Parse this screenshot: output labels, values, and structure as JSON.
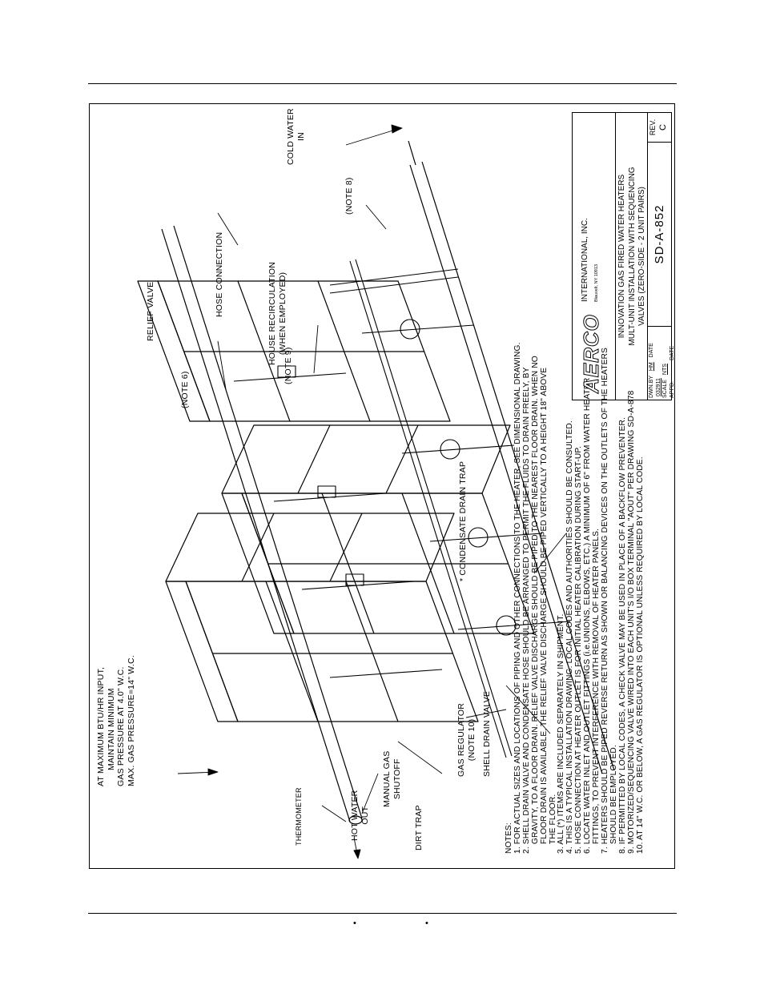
{
  "page_marks": {
    "bullet_1": "•",
    "bullet_2": "•"
  },
  "callouts": {
    "gas_pressure": [
      "AT MAXIMUM BTU/HR INPUT,",
      "MAINTAIN MINIMUM",
      "GAS PRESSURE AT 4.0\" W.C.",
      "MAX. GAS PRESSURE=14\" W.C."
    ],
    "thermometer": "THERMOMETER",
    "hot_water_out": [
      "HOT WATER",
      "OUT"
    ],
    "manual_gas_shutoff": [
      "MANUAL GAS",
      "SHUTOFF"
    ],
    "dirt_trap": "DIRT TRAP",
    "gas_regulator": [
      "GAS REGULATOR",
      "(NOTE 10)"
    ],
    "shell_drain_valve": "SHELL DRAIN VALVE",
    "condensate_drain_trap": "* CONDENSATE DRAIN TRAP",
    "note_6": "(NOTE 6)",
    "note_9": "(NOTE 9)",
    "note_8": "(NOTE 8)",
    "relief_valve": "RELIEF VALVE",
    "hose_connection": "HOSE CONNECTION",
    "house_recirculation": [
      "HOUSE RECIRCULATION",
      "(WHEN EMPLOYED)"
    ],
    "cold_water_in": [
      "COLD WATER",
      "IN"
    ]
  },
  "notes": {
    "heading": "NOTES:",
    "lines": [
      "1. FOR ACTUAL SIZES AND LOCATIONS OF PIPING AND OTHER CONNECTIONS TO THE HEATER, SEE DIMENSIONAL DRAWING.",
      "2. SHELL DRAIN VALVE AND CONDENSATE HOSE SHOULD BE ARRANGED TO PERMIT THE FLUIDS TO DRAIN FREELY, BY",
      "    GRAVITY, TO A FLOOR DRAIN. RELIEF VALVE DISCHARGE SHOULD BE PIPED TO THE NEAREST FLOOR DRAIN. WHEN NO",
      "    FLOOR DRAIN IS AVAILABLE, THE RELIEF VALVE DISCHARGE SHOULD BE PIPED VERTICALLY TO A HEIGHT 18\" ABOVE",
      "    THE FLOOR.",
      "3. ALL (*) ITEMS ARE INCLUDED SEPARATELY IN SHIPMENT.",
      "4. THIS IS A TYPICAL INSTALLATION DRAWING. LOCAL CODES AND AUTHORITIES SHOULD BE CONSULTED.",
      "5. HOSE CONNECTION AT HEATER OUTLET IS FOR INITIAL HEATER CALIBRATION DURING START-UP.",
      "6. LOCATE WATER INLET AND OUTLET FITTINGS (i.e.UNIONS, ELBOWS, ETC.) A MINIMUM OF 6\" FROM WATER HEATER",
      "    FITTINGS, TO PREVENT INTERFERENCE WITH REMOVAL OF HEATER PANELS.",
      "7. HEATERS SHOULD BE PIPED REVERSE RETURN AS SHOWN OR BALANCING DEVICES ON THE OUTLETS OF THE HEATERS",
      "    SHOULD BE EMPLOYED.",
      "8. IF PERMITTED BY LOCAL CODES, A CHECK VALVE MAY BE USED IN PLACE OF A BACKFLOW PREVENTER.",
      "9. MOTORIZED/SEQUENCING VALVE WIRED INTO EACH UNIT'S I/O BOX TERMINAL \"AOUT\" PER DRAWING SD-A-878",
      "10. AT 14\" W.C. OR BELOW, A GAS REGULATOR IS OPTIONAL UNLESS REQUIRED BY LOCAL CODE."
    ]
  },
  "title_block": {
    "logo": "AERCO",
    "company": "INTERNATIONAL, INC.",
    "location": "Blauvelt, NY 10913",
    "title_lines": [
      "INNOVATION GAS FIRED WATER HEATERS",
      "MULT-UNIT INSTALLATION WITH SEQUENCING",
      "VALVES (ZERO-SIDE - 2 UNIT PAIRS)"
    ],
    "dwn_by_label": "DWN.BY",
    "dwn_by": "HM",
    "date_label": "DATE",
    "date": "032911",
    "scale_label": "SCALE",
    "scale": "NTS",
    "appd_label": "APPD.",
    "appd_date_label": "DATE",
    "drawing_number": "SD-A-852",
    "rev_label": "REV.",
    "rev": "C"
  }
}
